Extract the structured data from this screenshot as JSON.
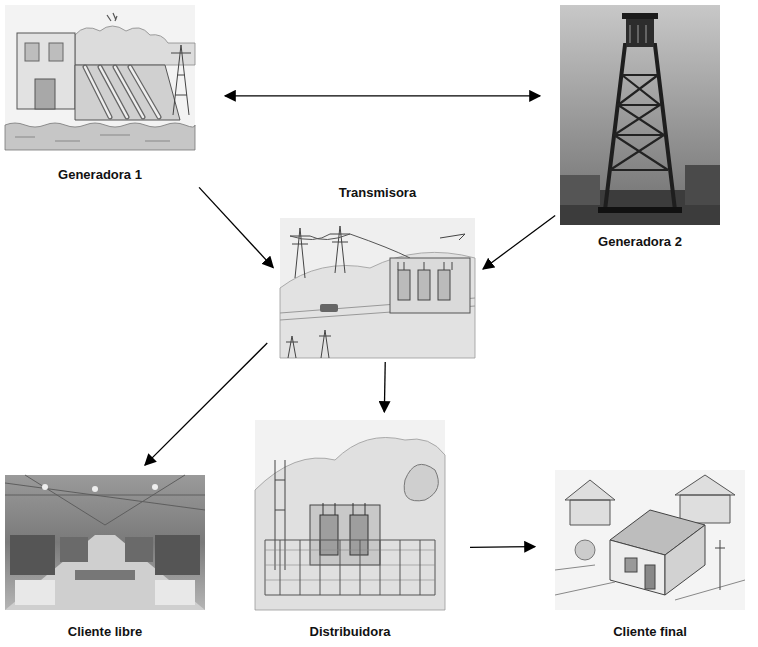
{
  "diagram": {
    "nodes": [
      {
        "text": [
          "Generadora 1"
        ]
      },
      {
        "text": [
          "Generadora 2"
        ]
      },
      {
        "text": [
          "Transmisora"
        ]
      },
      {
        "text": [
          "Cliente libre"
        ]
      },
      {
        "text": [
          "Distribuidora"
        ]
      },
      {
        "text": [
          "Cliente final"
        ]
      }
    ],
    "edges": [
      {
        "from": 0,
        "to": 1,
        "arrow": "both"
      },
      {
        "from": 0,
        "to": 2,
        "arrow": "to"
      },
      {
        "from": 1,
        "to": 2,
        "arrow": "to"
      },
      {
        "from": 2,
        "to": 3,
        "arrow": "to"
      },
      {
        "from": 2,
        "to": 4,
        "arrow": "to"
      },
      {
        "from": 4,
        "to": 5,
        "arrow": "to"
      }
    ]
  }
}
